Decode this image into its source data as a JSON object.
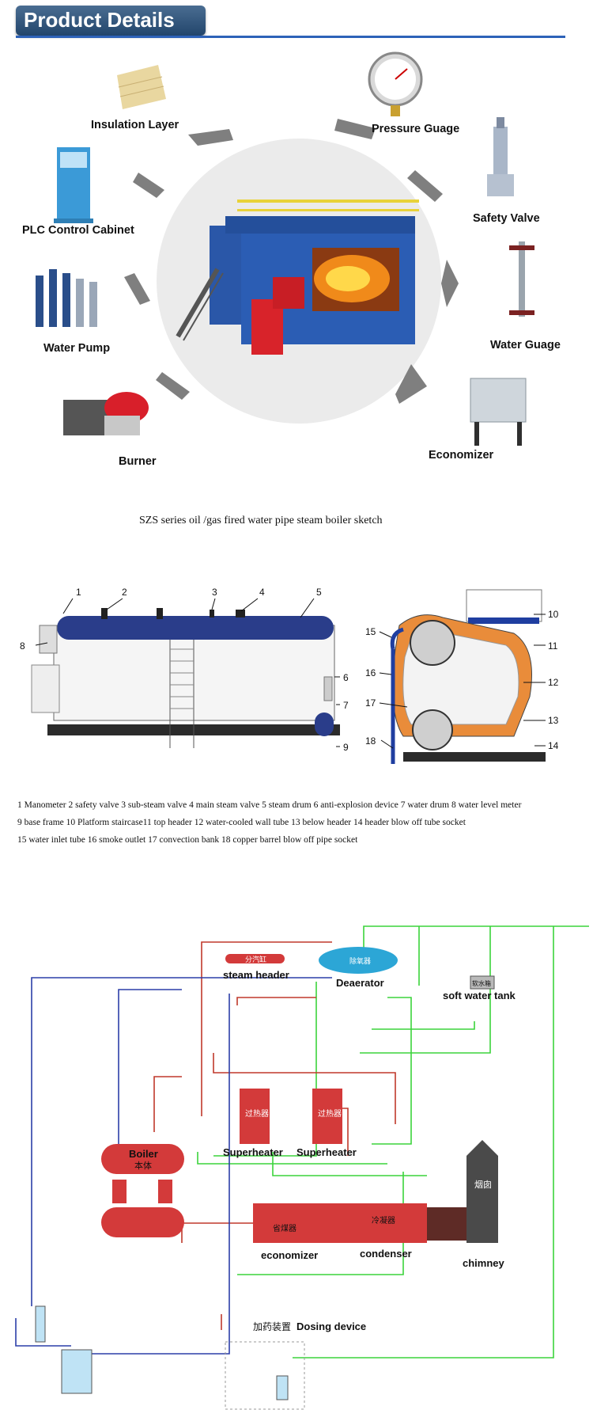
{
  "header": {
    "title": "Product Details"
  },
  "components": {
    "insulation": "Insulation Layer",
    "pressure": "Pressure Guage",
    "safety": "Safety Valve",
    "plc": "PLC Control Cabinet",
    "pump": "Water Pump",
    "water_gauge": "Water Guage",
    "burner": "Burner",
    "economizer": "Economizer"
  },
  "sketch": {
    "caption": "SZS  series  oil /gas fired water pipe steam boiler sketch",
    "numbers": [
      "1",
      "2",
      "3",
      "4",
      "5",
      "6",
      "7",
      "8",
      "9",
      "10",
      "11",
      "12",
      "13",
      "14",
      "15",
      "16",
      "17",
      "18"
    ],
    "legend": [
      "1 Manometer 2 safety valve 3 sub-steam valve 4 main steam valve  5 steam drum   6 anti-explosion device  7 water drum 8 water level meter",
      "9 base frame 10 Platform staircase11 top header  12 water-cooled wall tube 13 below header 14 header blow off  tube socket",
      "15 water inlet  tube  16 smoke outlet  17 convection bank 18 copper barrel blow off  pipe socket"
    ]
  },
  "flow": {
    "steam_header": "steam header",
    "steam_header_cn": "分汽缸",
    "deaerator": "Deaerator",
    "deaerator_cn": "除氧器",
    "soft_water": "soft water tank",
    "soft_water_cn": "软水箱",
    "boiler": "Boiler",
    "boiler_cn": "本体",
    "superheater": "Superheater",
    "superheater_cn": "过热器",
    "economizer": "economizer",
    "economizer_cn": "省煤器",
    "condenser": "condenser",
    "condenser_cn": "冷凝器",
    "chimney": "chimney",
    "chimney_cn": "烟囱",
    "dosing_cn": "加药装置",
    "dosing": "Dosing device"
  },
  "colors": {
    "header_bg": "#2f5680",
    "rule": "#2d62b8",
    "steam_pipe": "#c0392b",
    "water_pipe": "#2c3fa8",
    "green_pipe": "#3bd43b"
  }
}
